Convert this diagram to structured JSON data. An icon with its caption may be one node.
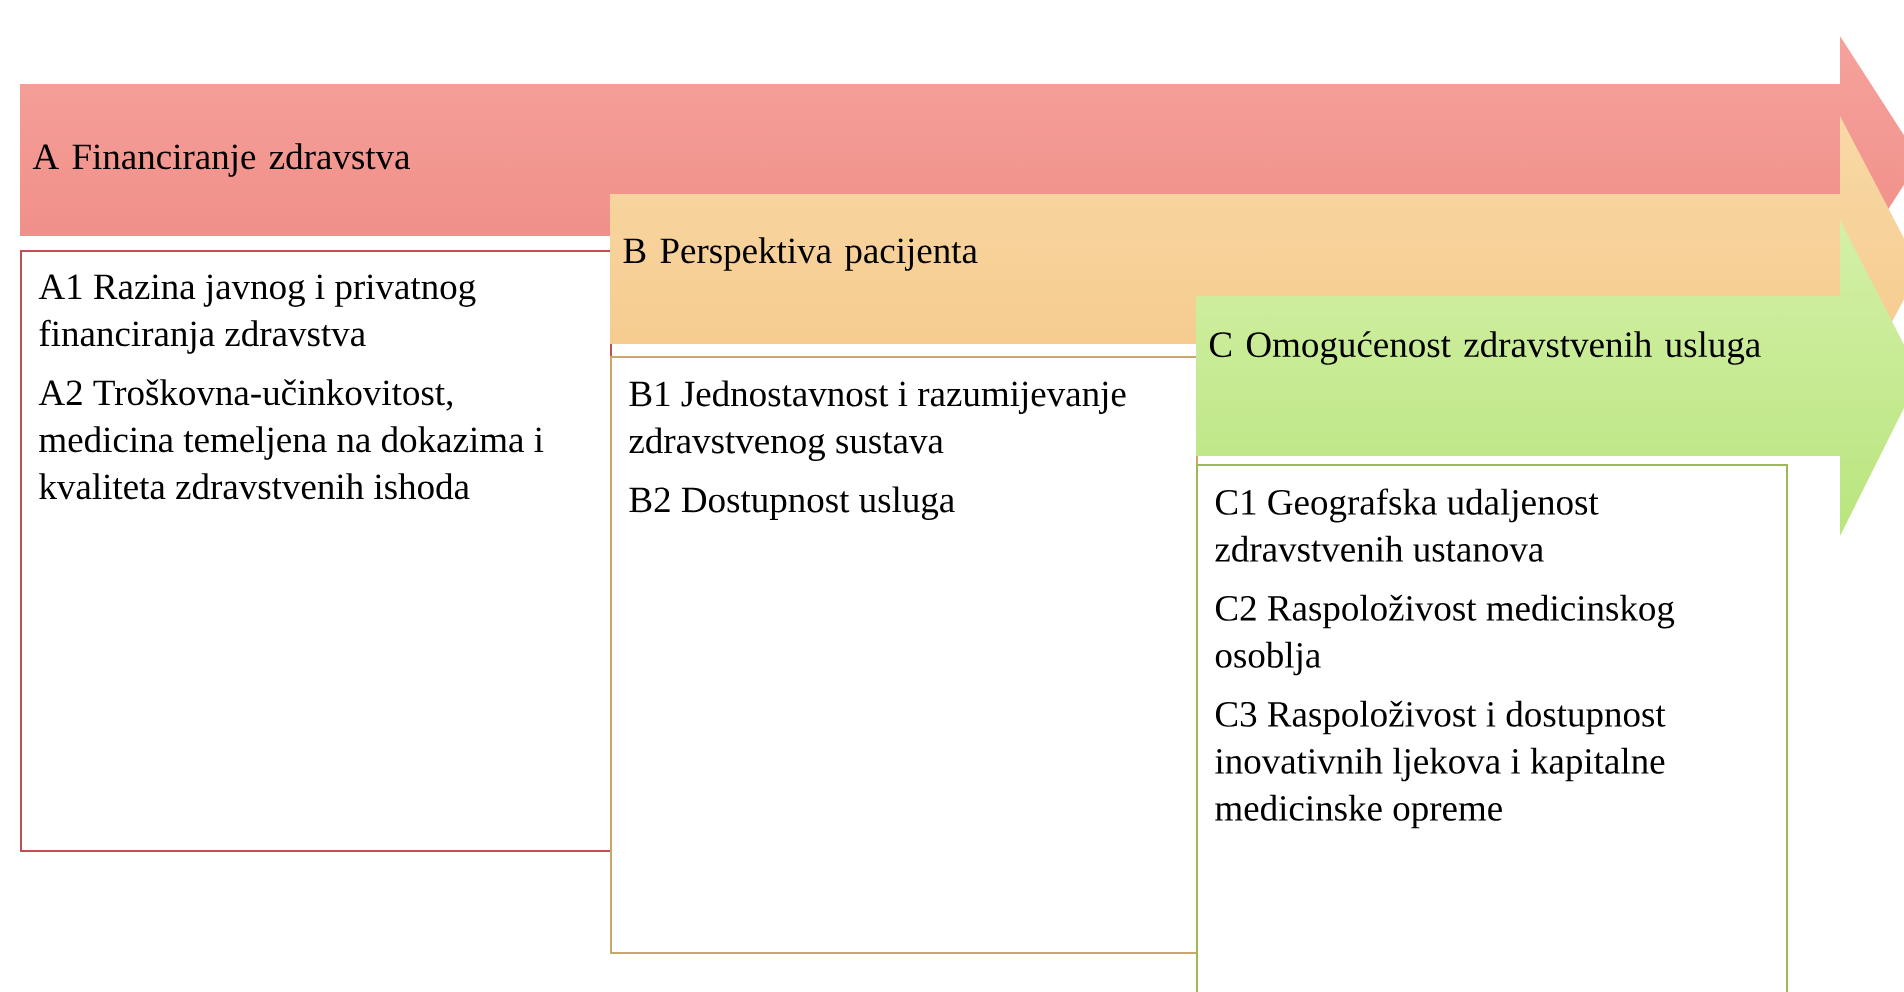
{
  "diagram": {
    "nodes": [
      {
        "text": [
          "A Financiranje zdravstva"
        ]
      },
      {
        "text": [
          "A1 Razina javnog i privatnog financiranja zdravstva",
          "A2 Troškovna-učinkovitost, medicina temeljena na dokazima i kvaliteta zdravstvenih ishoda"
        ]
      },
      {
        "text": [
          "B Perspektiva pacijenta"
        ]
      },
      {
        "text": [
          "B1 Jednostavnost i razumijevanje zdravstvenog sustava",
          "B2 Dostupnost usluga"
        ]
      },
      {
        "text": [
          "C Omogućenost zdravstvenih usluga"
        ]
      },
      {
        "text": [
          "C1 Geografska udaljenost zdravstvenih ustanova",
          "C2 Raspoloživost medicinskog osoblja",
          "C3 Raspoloživost i dostupnost inovativnih ljekova i kapitalne medicinske opreme"
        ]
      }
    ]
  }
}
